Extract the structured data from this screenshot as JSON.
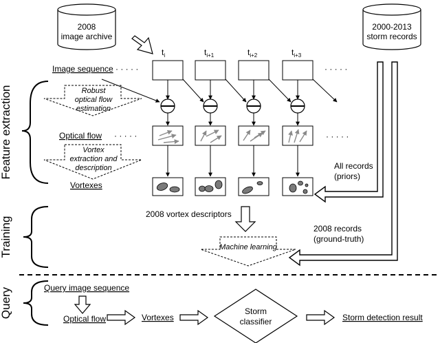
{
  "sections": {
    "feature_extraction": "Feature extraction",
    "training": "Training",
    "query": "Query"
  },
  "databases": {
    "image_archive": [
      "2008",
      "image archive"
    ],
    "storm_records": [
      "2000-2013",
      "storm records"
    ]
  },
  "time_labels": [
    {
      "base": "t",
      "sub": "i"
    },
    {
      "base": "t",
      "sub": "i+1"
    },
    {
      "base": "t",
      "sub": "i+2"
    },
    {
      "base": "t",
      "sub": "i+3"
    }
  ],
  "ellipsis": "· · · · ·",
  "rows": {
    "image_sequence": "Image sequence",
    "optical_flow": "Optical flow",
    "vortexes": "Vortexes"
  },
  "steps": {
    "robust_flow": [
      "Robust",
      "optical flow",
      "estimation"
    ],
    "vortex_extraction": [
      "Vortex",
      "extraction and",
      "description"
    ],
    "machine_learning": "Machine learning"
  },
  "records": {
    "all_records": [
      "All records",
      "(priors)"
    ],
    "records_2008": [
      "2008 records",
      "(ground-truth)"
    ]
  },
  "training": {
    "descriptors": "2008 vortex descriptors"
  },
  "query": {
    "image_sequence": "Query image sequence",
    "optical_flow": "Optical flow",
    "vortexes": "Vortexes",
    "classifier": [
      "Storm",
      "classifier"
    ],
    "result": "Storm detection result"
  }
}
